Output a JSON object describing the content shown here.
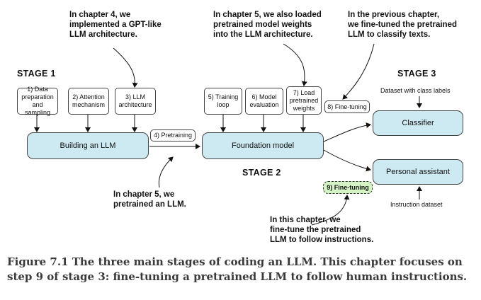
{
  "annotations": {
    "chapter4": "In chapter 4, we\nimplemented a GPT-like\nLLM architecture.",
    "chapter5_weights": "In chapter 5, we also loaded\npretrained model weights\ninto the LLM architecture.",
    "previous_chapter": "In the previous chapter,\nwe fine-tuned the pretrained\nLLM to classify texts.",
    "chapter5_pretrained": "In chapter 5, we\npretrained an LLM.",
    "this_chapter": "In this chapter, we\nfine-tune the pretrained\nLLM to follow instructions."
  },
  "stages": {
    "stage1": "STAGE 1",
    "stage2": "STAGE 2",
    "stage3": "STAGE 3"
  },
  "steps": {
    "s1": "1) Data\npreparation\nand sampling",
    "s2": "2) Attention\nmechanism",
    "s3": "3) LLM\narchitecture",
    "s4": "4) Pretraining",
    "s5": "5) Training\nloop",
    "s6": "6) Model\nevaluation",
    "s7": "7) Load\npretrained\nweights",
    "s8": "8) Fine-tuning",
    "s9": "9) Fine-tuning"
  },
  "main_boxes": {
    "building": "Building an LLM",
    "foundation": "Foundation model",
    "classifier": "Classifier",
    "assistant": "Personal assistant"
  },
  "labels": {
    "class_dataset": "Dataset with class labels",
    "instruction_dataset": "Instruction dataset"
  },
  "caption": "Figure 7.1 The three main stages of coding an LLM. This chapter focuses on step 9 of stage 3: fine-tuning a pretrained LLM to follow human instructions.",
  "colors": {
    "main_fill": "#cde9f2",
    "step9_fill": "#d4f4c5",
    "caption_text": "#3a3a3a"
  }
}
